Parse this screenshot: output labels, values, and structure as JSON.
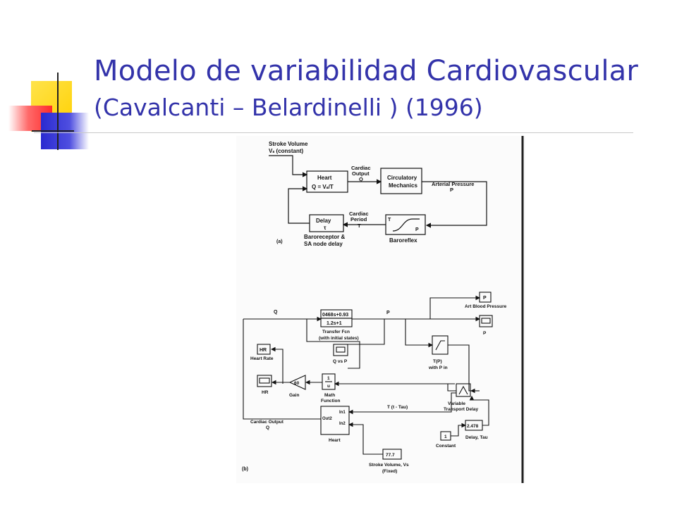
{
  "slide": {
    "title": "Modelo de variabilidad Cardiovascular",
    "subtitle": "(Cavalcanti – Belardinelli )  (1996)"
  },
  "colors": {
    "title": "#3333aa",
    "deco_yellow": "#ffd200",
    "deco_red": "#ff4040",
    "deco_blue": "#3a3ad8"
  },
  "diagram_a": {
    "panel_label": "(a)",
    "stroke_volume": "Stroke Volume",
    "stroke_volume_sub": "Vₛ (constant)",
    "heart_title": "Heart",
    "heart_formula": "Q = Vₛ/T",
    "cardiac_output": "Cardiac",
    "cardiac_output2": "Output",
    "cardiac_output_q": "Q",
    "circ1": "Circulatory",
    "circ2": "Mechanics",
    "arterial_pressure": "Arterial Pressure",
    "arterial_p": "P",
    "delay_title": "Delay",
    "delay_tau": "τ",
    "cardiac_period": "Cardiac",
    "cardiac_period2": "Period",
    "cardiac_period_t": "T",
    "baro_t": "T",
    "baro_p": "P",
    "baroreflex": "Baroreflex",
    "baroreceptor1": "Baroreceptor &",
    "baroreceptor2": "SA node delay"
  },
  "diagram_b": {
    "panel_label": "(b)",
    "q_label": "Q",
    "p_label": "P",
    "tf_num": "0468s+0.93",
    "tf_den": "1.2s+1",
    "tf_name1": "Transfer Fcn",
    "tf_name2": "(with initial states)",
    "scope_p_block": "P",
    "art_blood": "Art Blood Pressure",
    "p_out": "P",
    "hr_block": "HR",
    "heart_rate": "Heart Rate",
    "q_vs_p": "Q vs P",
    "tp_name1": "T(P)",
    "tp_name2": "with P in",
    "hr_scope": "HR",
    "gain_val": "60",
    "gain_name": "Gain",
    "math_fn1": "Math",
    "math_fn2": "Function",
    "math_top": "1",
    "math_bot": "u",
    "var_delay1": "Variable",
    "var_delay2": "Transport Delay",
    "t_tau": "T (t - Tau)",
    "cardiac_output1": "Cardiac Output",
    "cardiac_output_q": "Q",
    "heart_out2": "Out2",
    "heart_in1": "In1",
    "heart_in2": "In2",
    "heart_name": "Heart",
    "constant_val": "1",
    "constant_name": "Constant",
    "delay_val": "2.478",
    "delay_name": "Delay, Tau",
    "sv_val": "77.7",
    "sv_name1": "Stroke Volume, Vs",
    "sv_name2": "(Fixed)"
  }
}
